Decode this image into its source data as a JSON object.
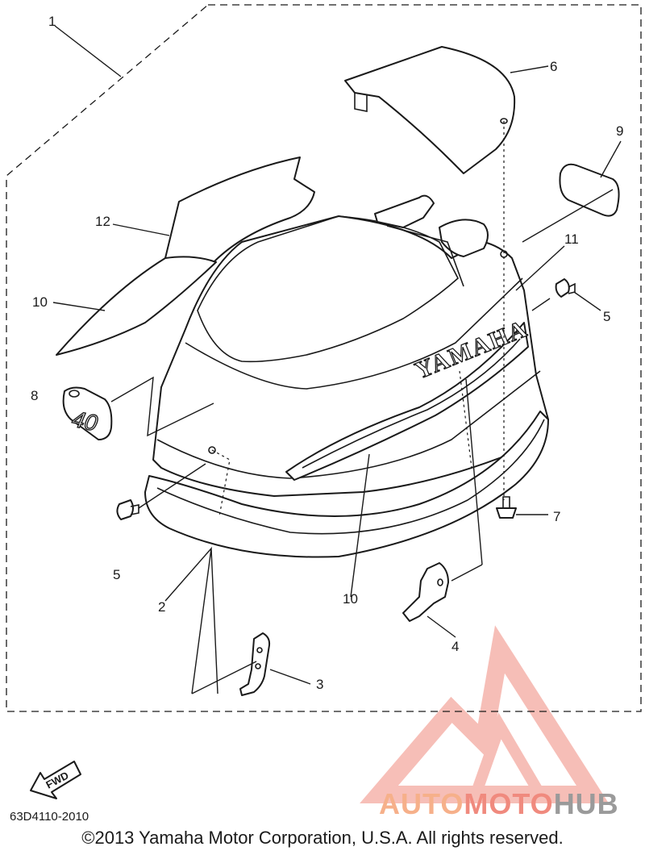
{
  "callouts": [
    "1",
    "2",
    "3",
    "4",
    "5",
    "5",
    "6",
    "7",
    "8",
    "9",
    "10",
    "10",
    "11",
    "12"
  ],
  "decal_brand": "YAMAHA",
  "decal_model": "40",
  "fwd_label": "FWD",
  "diagram_code": "63D4110-2010",
  "copyright": "©2013 Yamaha Motor Corporation, U.S.A. All rights reserved.",
  "watermark": {
    "part1": "AUTO",
    "part2": "MOTO",
    "part3": "HUB"
  },
  "colors": {
    "line": "#1a1a1a",
    "watermark_red": "#f08a7e",
    "watermark_orange": "#f6b08a",
    "watermark_gray": "#9a9a9a"
  }
}
